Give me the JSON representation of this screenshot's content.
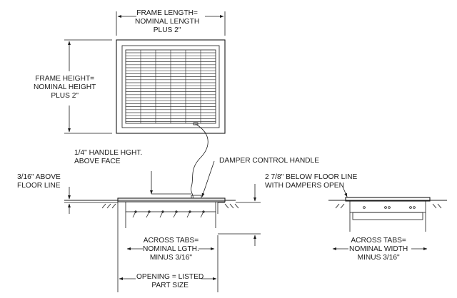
{
  "labels": {
    "frame_length": [
      "FRAME LENGTH=",
      "NOMINAL LENGTH",
      "PLUS 2\""
    ],
    "frame_height": [
      "FRAME HEIGHT=",
      "NOMINAL HEIGHT",
      "PLUS 2\""
    ],
    "handle_height": [
      "1/4\" HANDLE HGHT.",
      "ABOVE FACE"
    ],
    "damper_handle": [
      "DAMPER CONTROL HANDLE"
    ],
    "above_floor": [
      "3/16\" ABOVE",
      "FLOOR LINE"
    ],
    "below_floor": [
      "2 7/8\" BELOW FLOOR LINE",
      "WITH DAMPERS OPEN"
    ],
    "across_tabs_length": [
      "ACROSS TABS=",
      "NOMINAL LGTH.",
      "MINUS 3/16\""
    ],
    "opening": [
      "OPENING = LISTED",
      "PART SIZE"
    ],
    "across_tabs_width": [
      "ACROSS TABS=",
      "NOMINAL WIDTH",
      "MINUS 3/16\""
    ]
  }
}
